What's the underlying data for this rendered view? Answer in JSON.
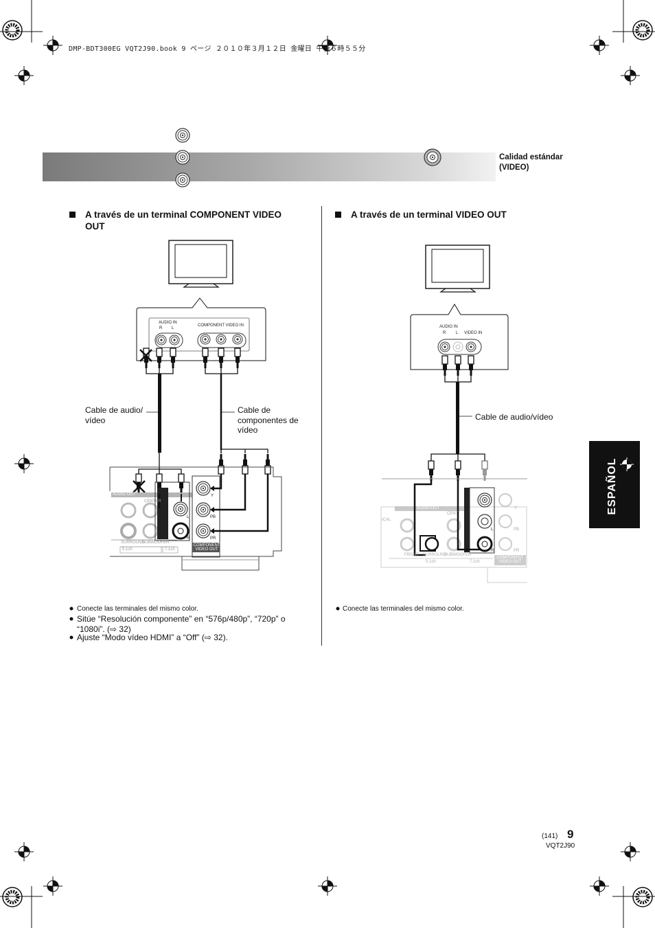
{
  "header": {
    "file_line": "DMP-BDT300EG VQT2J90.book  9 ページ  ２０１０年３月１２日  金曜日  午後６時５５分"
  },
  "banner": {
    "quality_label": "Calidad estándar (VIDEO)"
  },
  "left": {
    "heading": "A través de un terminal COMPONENT VIDEO OUT",
    "panel_audio_in": "AUDIO IN",
    "panel_r": "R",
    "panel_l": "L",
    "panel_component_in": "COMPONENT VIDEO IN",
    "cable_av": "Cable de audio/ vídeo",
    "cable_component": "Cable de componentes de vídeo",
    "notes": [
      "Conecte las terminales del mismo color.",
      "Sitúe “Resolución componente” en “576p/480p”, “720p” o “1080i”. (⇨ 32)",
      "Ajuste “Modo vídeo HDMI” a “Off” (⇨ 32)."
    ],
    "player_audio_out": "AUDIO OUT",
    "player_center": "CENTER",
    "player_surround": "SURROUND",
    "player_subwoofer": "SUBWOOFER",
    "player_51ch": "5.1ch",
    "player_71ch": "7.1ch",
    "player_y": "Y",
    "player_pb": "PB",
    "player_pr": "PR",
    "player_l": "L",
    "player_r": "R",
    "player_component_out": "COMPONENT VIDEO OUT"
  },
  "right": {
    "heading": "A través de un terminal VIDEO OUT",
    "panel_audio_in": "AUDIO IN",
    "panel_r": "R",
    "panel_l": "L",
    "panel_video_in": "VIDEO IN",
    "cable_av": "Cable de audio/vídeo",
    "notes": [
      "Conecte las terminales del mismo color."
    ],
    "player_audio_out": "AUDIO OUT",
    "player_cal": "ICAL",
    "player_front": "FRONT",
    "player_surround": "SURROUND",
    "player_subwoofer": "SUBWOOFER",
    "player_center": "CENT",
    "player_51ch": "5.1ch",
    "player_71ch": "7.1ch",
    "player_y": "Y",
    "player_pb": "PB",
    "player_pr": "PR",
    "player_l": "L",
    "player_r": "R",
    "player_component_out": "COMPONENT VIDEO OUT"
  },
  "side_tab": {
    "label": "ESPAÑOL"
  },
  "footer": {
    "page_number": "9",
    "page_ref": "(141)",
    "model_code": "VQT2J90"
  }
}
